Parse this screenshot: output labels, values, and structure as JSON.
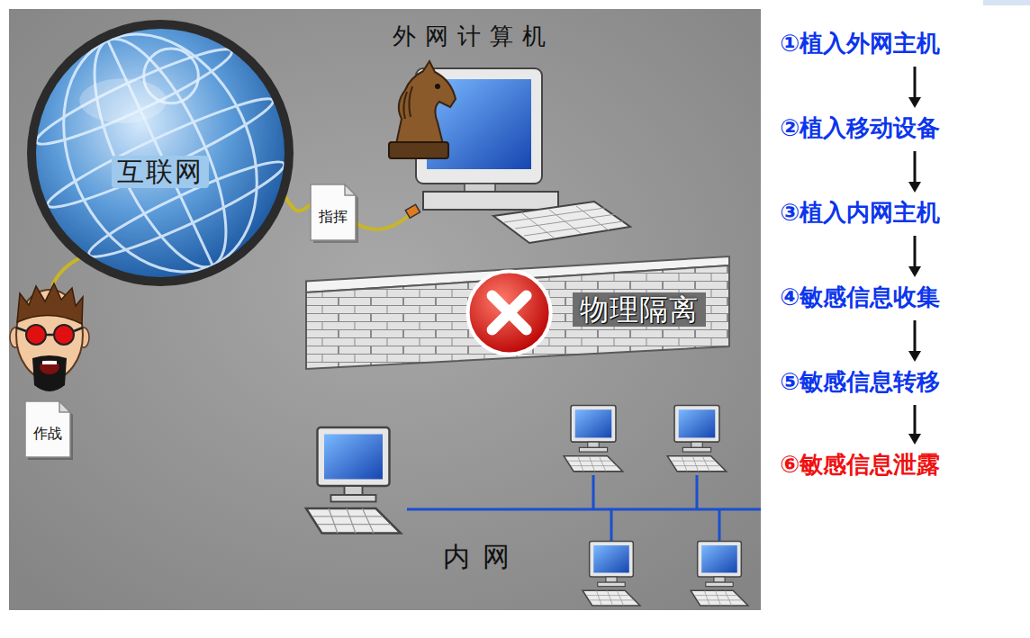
{
  "diagram": {
    "nodes": [
      {
        "text": [
          "互联网"
        ]
      },
      {
        "text": [
          "指挥"
        ]
      },
      {
        "text": [
          "物理隔离"
        ]
      },
      {
        "text": [
          "作战"
        ]
      }
    ],
    "edges": [
      {
        "from": 0,
        "to": 1,
        "arrow": "none"
      }
    ],
    "labels": [
      "外网计算机",
      "①植入外网主机",
      "②植入移动设备",
      "③植入内网主机",
      "④敏感信息收集",
      "⑤敏感信息转移",
      "⑥敏感信息泄露",
      "内网"
    ]
  }
}
